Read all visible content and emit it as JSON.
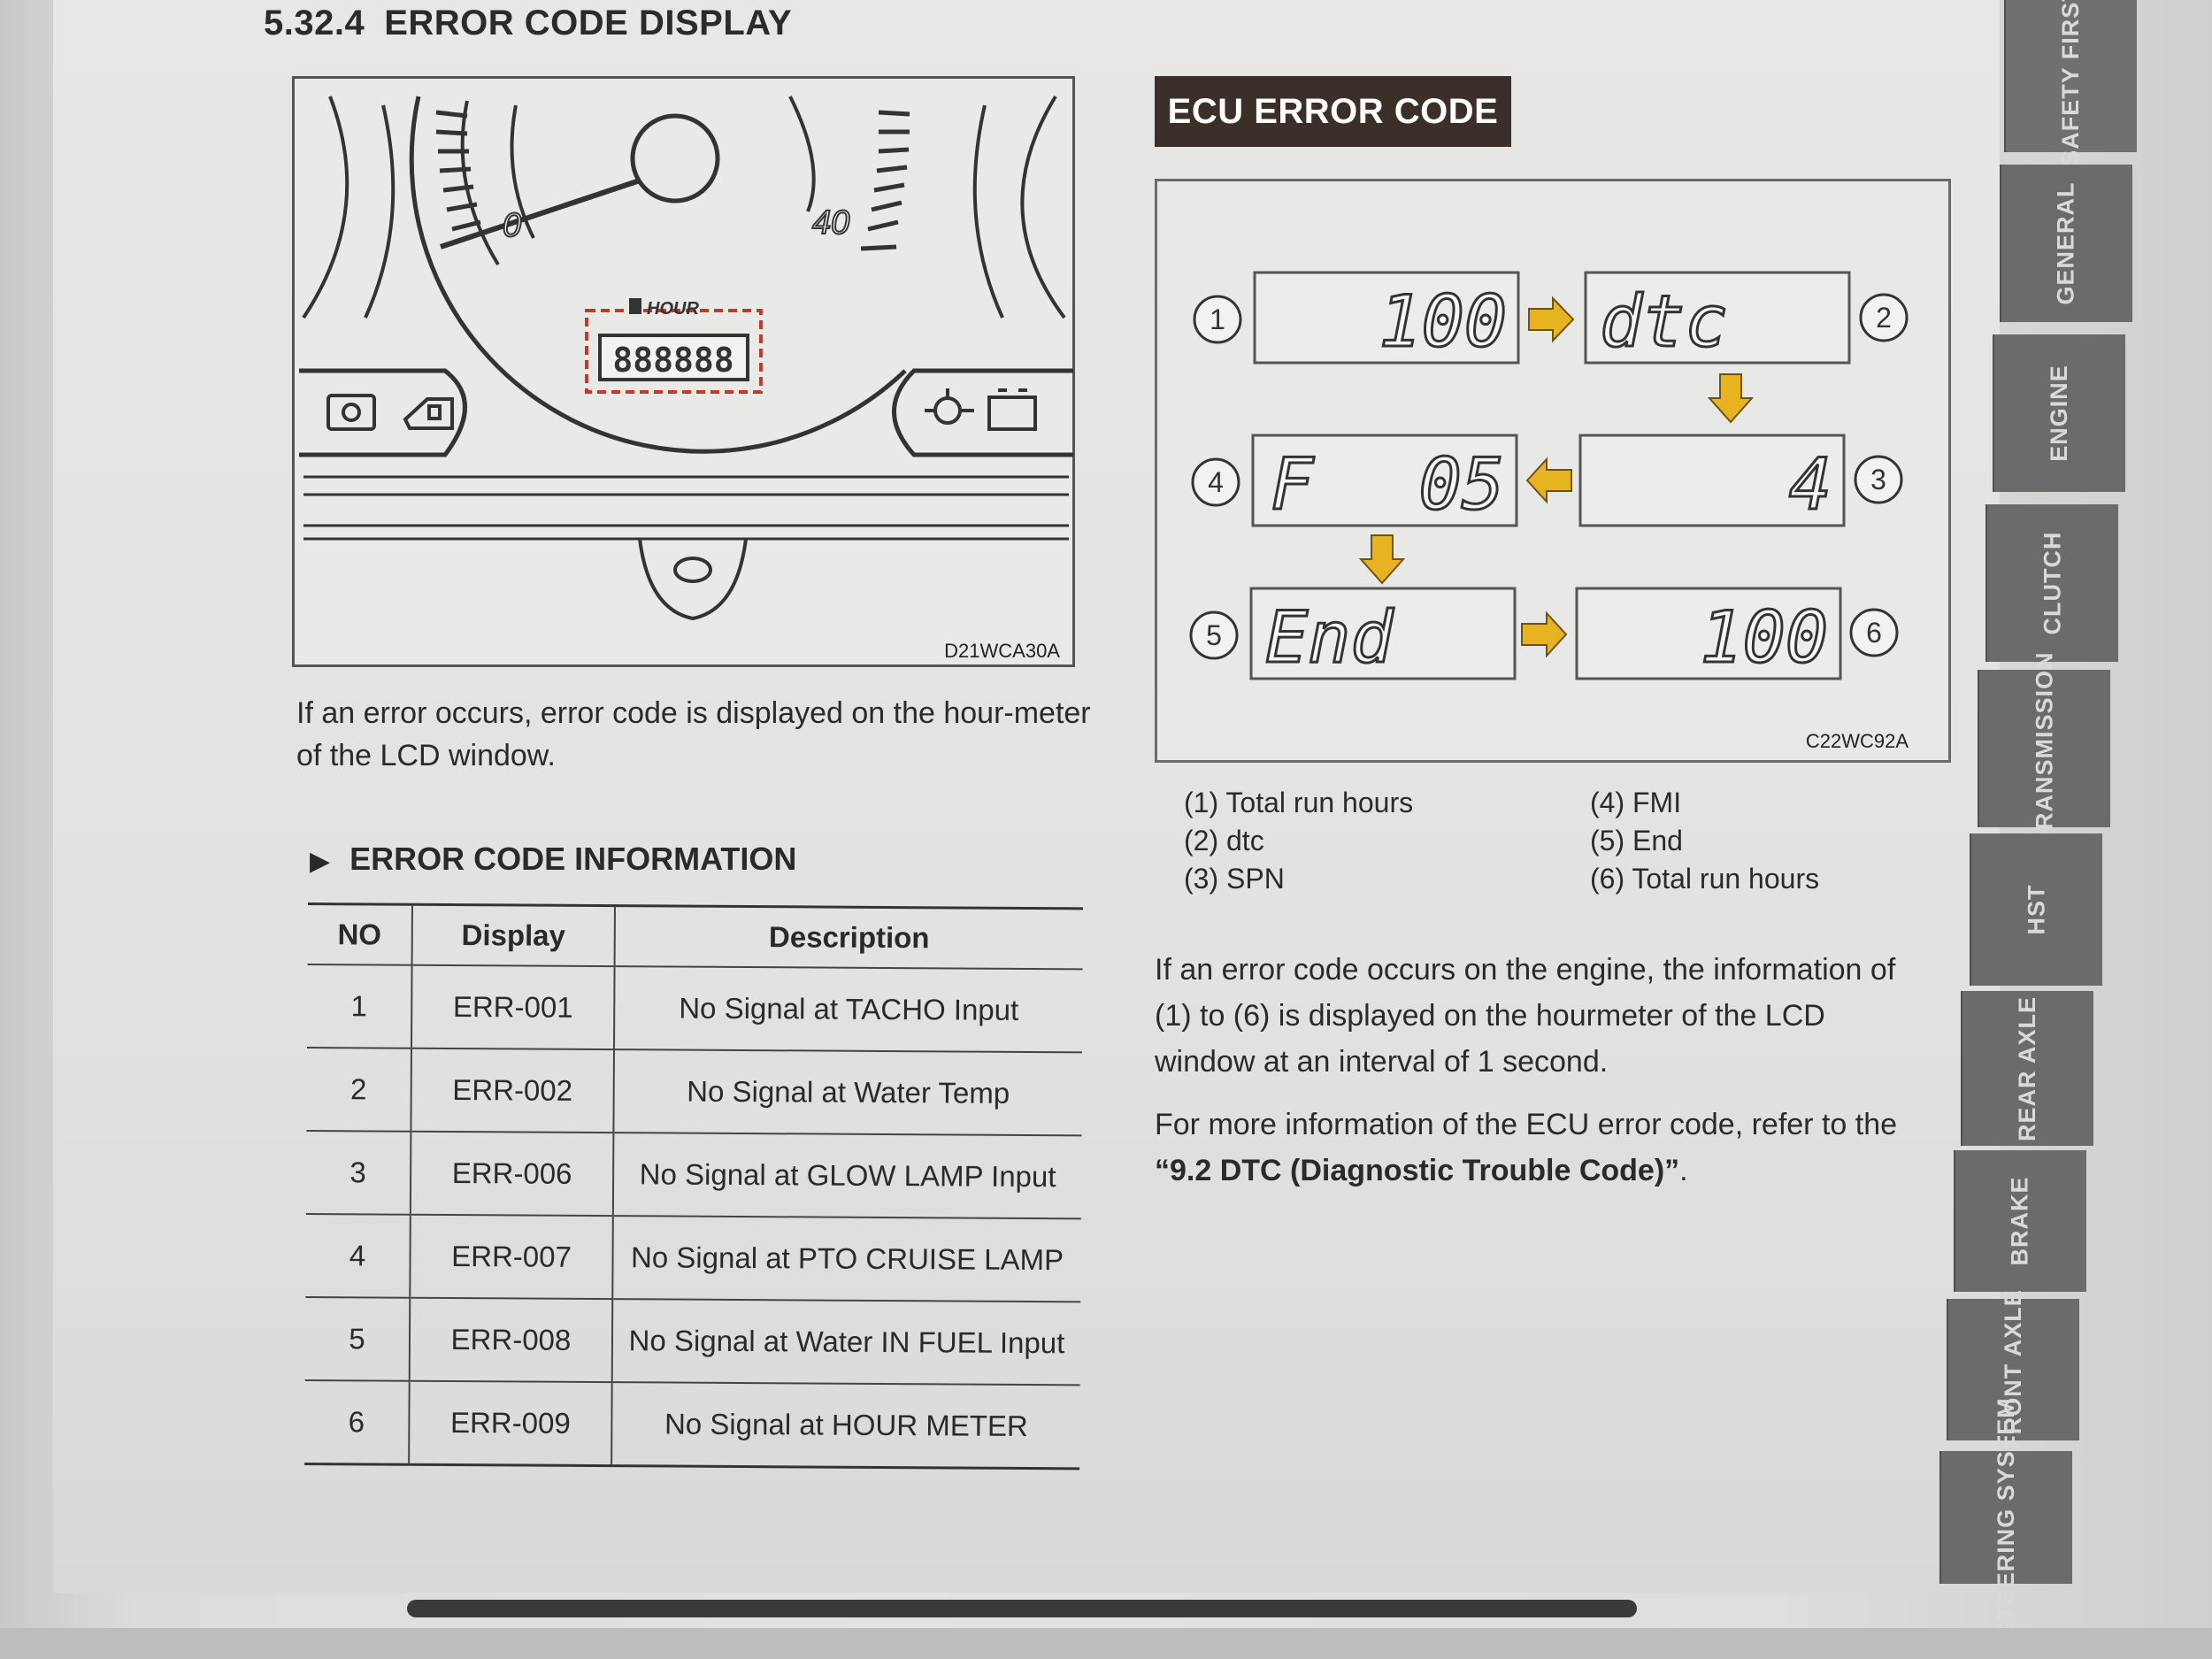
{
  "section": {
    "number": "5.32.4",
    "title": "ERROR CODE DISPLAY"
  },
  "figure1": {
    "code": "D21WCA30A",
    "hourmeter_label": "HOUR",
    "hourmeter_digits": "888888",
    "gauge_labels": [
      "0",
      "40"
    ]
  },
  "intro_text": "If an error occurs, error code is displayed on the hour-meter of the LCD window.",
  "error_info": {
    "heading": "ERROR CODE INFORMATION",
    "columns": [
      "NO",
      "Display",
      "Description"
    ],
    "rows": [
      {
        "no": "1",
        "display": "ERR-001",
        "description": "No Signal at TACHO Input"
      },
      {
        "no": "2",
        "display": "ERR-002",
        "description": "No Signal at Water Temp"
      },
      {
        "no": "3",
        "display": "ERR-006",
        "description": "No Signal at GLOW LAMP Input"
      },
      {
        "no": "4",
        "display": "ERR-007",
        "description": "No Signal at PTO CRUISE LAMP"
      },
      {
        "no": "5",
        "display": "ERR-008",
        "description": "No Signal at Water IN FUEL Input"
      },
      {
        "no": "6",
        "display": "ERR-009",
        "description": "No Signal at HOUR METER"
      }
    ]
  },
  "ecu": {
    "title": "ECU ERROR CODE",
    "figure_code": "C22WC92A",
    "displays": [
      {
        "index": "1",
        "text": "100"
      },
      {
        "index": "2",
        "text": "dtc"
      },
      {
        "index": "3",
        "text": "4"
      },
      {
        "index": "4",
        "text_left": "F",
        "text_right": "05"
      },
      {
        "index": "5",
        "text": "End"
      },
      {
        "index": "6",
        "text": "100"
      }
    ],
    "legend_left": [
      "(1) Total run hours",
      "(2) dtc",
      "(3) SPN"
    ],
    "legend_right": [
      "(4) FMI",
      "(5) End",
      "(6) Total run hours"
    ],
    "paragraph": "If an error code occurs on the engine, the information of (1) to (6) is displayed on the hourmeter of the LCD window at an interval of 1 second.",
    "refer_prefix": "For more information of the ECU error code, refer to the ",
    "refer_link": "“9.2 DTC (Diagnostic Trouble Code)”",
    "refer_suffix": "."
  },
  "tabs": [
    "SAFETY FIRST",
    "GENERAL",
    "ENGINE",
    "CLUTCH",
    "TRANSMISSION",
    "HST",
    "REAR AXLE",
    "BRAKE",
    "FRONT AXLE",
    "STEERING SYSTEM"
  ],
  "colors": {
    "ecu_title_bg": "#3a2f29",
    "arrow": "#e8b321",
    "tab": "#6b6b6b",
    "hourmeter_frame": "#c0392b"
  }
}
